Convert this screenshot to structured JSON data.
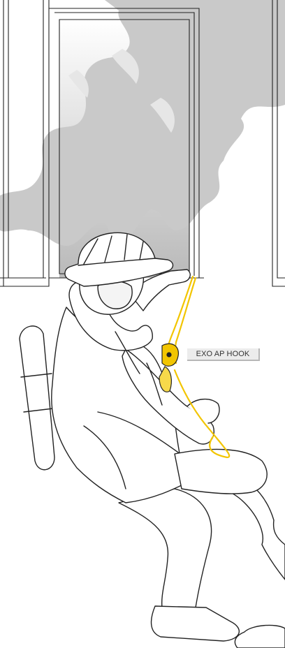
{
  "callout": {
    "label": "EXO AP HOOK"
  },
  "colors": {
    "smoke": "#c9c9c9",
    "window_glass": "#bdbdbd",
    "line_art": "#222222",
    "rope": "#f2c500",
    "callout_bg": "#ececec"
  },
  "icons": [
    "firefighter-figure",
    "window-frame",
    "smoke-cloud",
    "rope",
    "descender-device"
  ]
}
